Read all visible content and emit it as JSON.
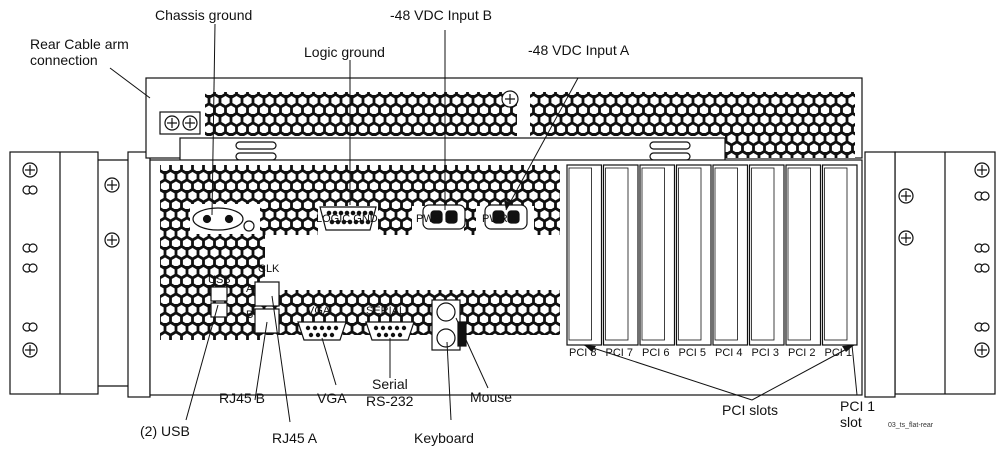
{
  "figure_id": "03_ts_flat-rear",
  "callouts": {
    "chassis_ground": "Chassis ground",
    "rear_cable_arm": "Rear Cable arm connection",
    "logic_ground": "Logic ground",
    "vdc_input_b": "-48 VDC Input B",
    "vdc_input_a": "-48 VDC Input A",
    "usb": "(2) USB",
    "rj45_b": "RJ45 B",
    "rj45_a": "RJ45 A",
    "vga": "VGA",
    "serial_line1": "Serial",
    "serial_line2": "RS-232",
    "keyboard": "Keyboard",
    "mouse": "Mouse",
    "pci_slots": "PCI slots",
    "pci1_line1": "PCI  1",
    "pci1_line2": "slot"
  },
  "panel_labels": {
    "logic_gnd": "LOGIC GND",
    "pwr_b": "PWR B",
    "pwr_a": "PWR A",
    "usb": "USB",
    "clk": "CLK",
    "port_a": "A",
    "port_b": "B",
    "vga": "VGA",
    "serial": "SERIAL"
  },
  "pci_slot_labels": [
    "PCI 8",
    "PCI 7",
    "PCI 6",
    "PCI 5",
    "PCI 4",
    "PCI 3",
    "PCI 2",
    "PCI 1"
  ]
}
